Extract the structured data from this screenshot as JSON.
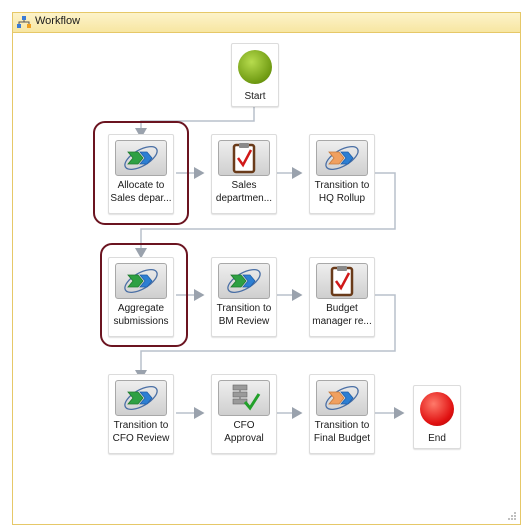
{
  "window": {
    "title": "Workflow"
  },
  "nodes": {
    "start": {
      "label": "Start",
      "color": "#7aa516"
    },
    "allocate": {
      "label": "Allocate to\nSales depar..."
    },
    "sales_dept": {
      "label": "Sales\ndepartmen..."
    },
    "hq_rollup": {
      "label": "Transition to\nHQ Rollup"
    },
    "aggregate": {
      "label": "Aggregate\nsubmissions"
    },
    "bm_review": {
      "label": "Transition to\nBM Review"
    },
    "budget_mgr": {
      "label": "Budget\nmanager re..."
    },
    "cfo_review": {
      "label": "Transition to\nCFO Review"
    },
    "cfo_approval": {
      "label": "CFO\nApproval"
    },
    "final_budget": {
      "label": "Transition to\nFinal Budget"
    },
    "end": {
      "label": "End",
      "color": "#e01010"
    }
  },
  "colors": {
    "highlight": "#6b1420",
    "connector": "#b8c0cc",
    "frame": "#e6c868"
  }
}
